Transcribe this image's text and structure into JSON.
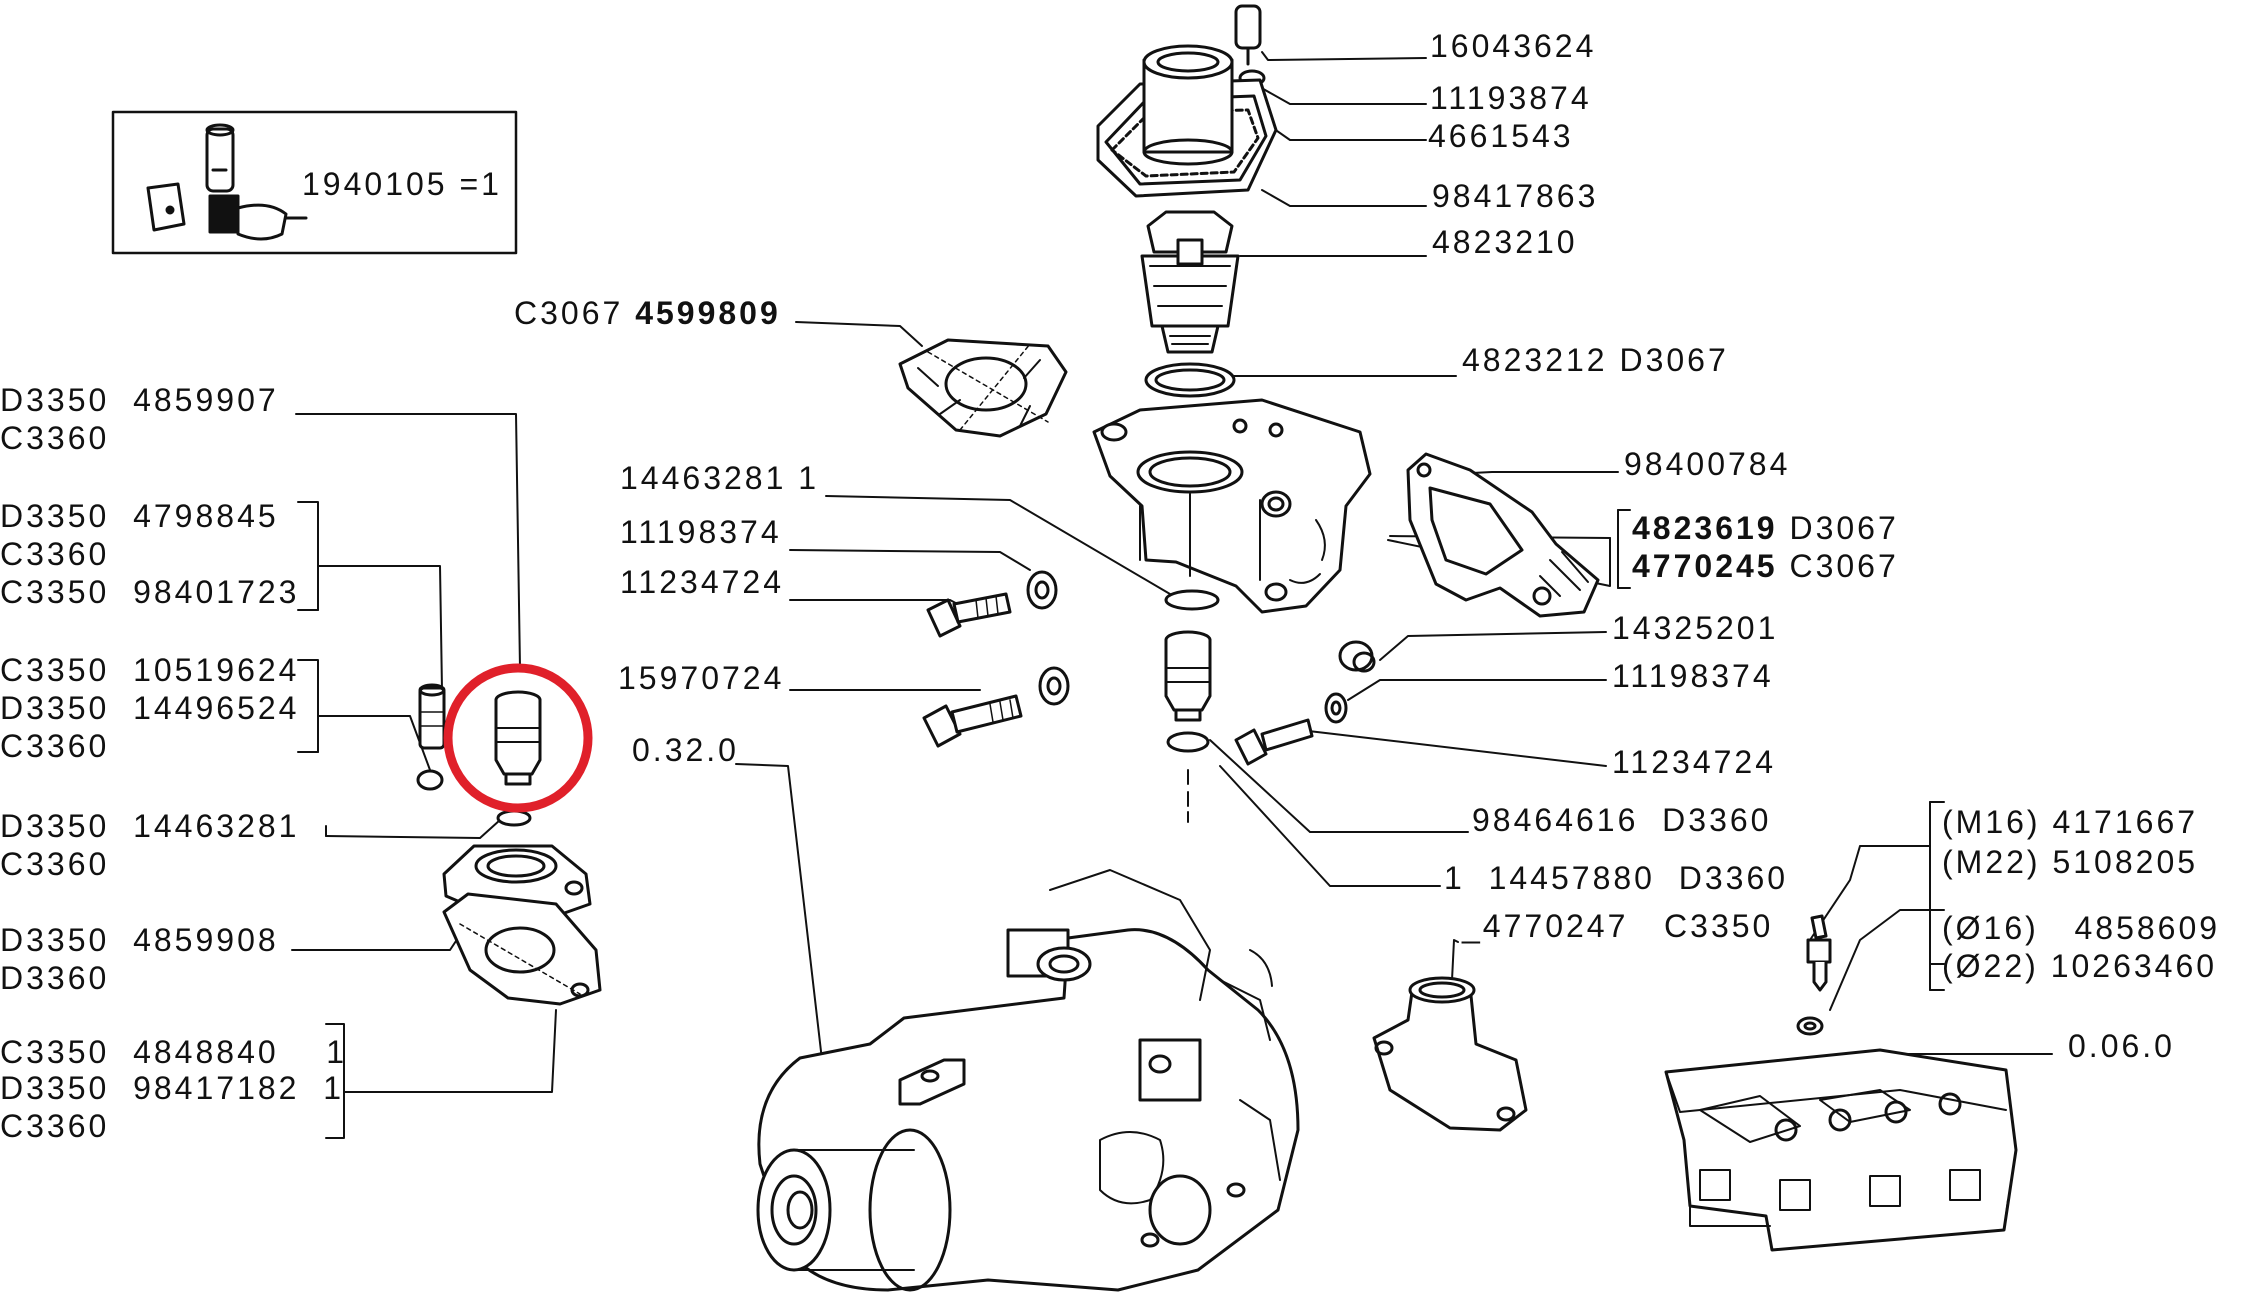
{
  "colors": {
    "ink": "#111111",
    "highlight": "#e0202a",
    "paper": "#ffffff",
    "shadow": "#9a9a9a"
  },
  "inset": {
    "part_number": "1940105",
    "qty": "=1"
  },
  "labels": {
    "p16043624": "16043624",
    "p11193874": "11193874",
    "p4661543": "4661543",
    "p98417863": "98417863",
    "p4823210": "4823210",
    "c3067_code": "C3067",
    "p4599809": "4599809",
    "p4823212": "4823212 D3067",
    "p98400784": "98400784",
    "p4823619": "4823619",
    "p4823619_code": "D3067",
    "p4770245": "4770245",
    "p4770245_code": "C3067",
    "p14463281_a": "14463281 1",
    "p11198374_a": "11198374",
    "p11234724_a": "11234724",
    "p15970724": "15970724",
    "p0320": "0.32.0",
    "p14325201": "14325201",
    "p11198374_b": "11198374",
    "p11234724_b": "11234724",
    "p98464616": "98464616  D3360",
    "p14457880": "1  14457880  D3360",
    "p4770247": "_4770247   C3350",
    "m16": "(M16) 4171667",
    "m22": "(M22) 5108205",
    "d16": "(Ø16)   4858609",
    "d22": "(Ø22) 10263460",
    "p0060": "0.06.0"
  },
  "left_labels": [
    "D3350  4859907",
    "C3360",
    "D3350  4798845",
    "C3360",
    "C3350  98401723",
    "C3350  10519624",
    "D3350  14496524",
    "C3360",
    "D3350  14463281",
    "C3360",
    "D3350  4859908",
    "D3360",
    "C3350  4848840    1",
    "D3350  98417182  1",
    "C3360"
  ]
}
